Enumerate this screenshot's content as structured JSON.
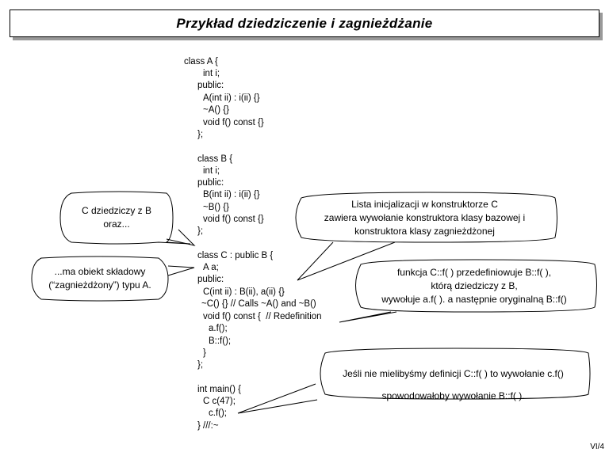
{
  "title": "Przykład dziedziczenie i zagnieżdżanie",
  "code": [
    "class A {",
    "int i;",
    "public:",
    "A(int ii) : i(ii) {}",
    "~A() {}",
    "void f() const {}",
    "};",
    "class B {",
    "int i;",
    "public:",
    "B(int ii) : i(ii) {}",
    "~B() {}",
    "void f() const {}",
    "};",
    "class C : public B {",
    "A a;",
    "public:",
    "C(int ii) : B(ii), a(ii) {}",
    "~C() {} // Calls ~A() and ~B()",
    "void f() const {  // Redefinition",
    "a.f();",
    "B::f();",
    "}",
    "};",
    "int main() {",
    "C c(47);",
    "c.f();",
    "} ///:~"
  ],
  "bubbles": {
    "inherit": [
      "C dziedziczy z  B",
      "oraz..."
    ],
    "member": [
      "...ma obiekt składowy",
      "(“zagnieżdżony”) typu  A."
    ],
    "initlist": [
      "Lista inicjalizacji w konstruktorze C",
      "zawiera wywołanie konstruktora klasy bazowej i",
      "konstruktora klasy zagnieżdżonej"
    ],
    "redefine": [
      "funkcja  C::f( ) przedefiniowuje B::f( ),",
      "którą dziedziczy z B,",
      "wywołuje  a.f( ). a następnie oryginalną B::f()"
    ],
    "ifnot": [
      "Jeśli nie mielibyśmy definicji C::f( ) to wywołanie c.f()",
      "spowodowałoby wywołanie B::f( )."
    ]
  },
  "page_number": "VI/4"
}
